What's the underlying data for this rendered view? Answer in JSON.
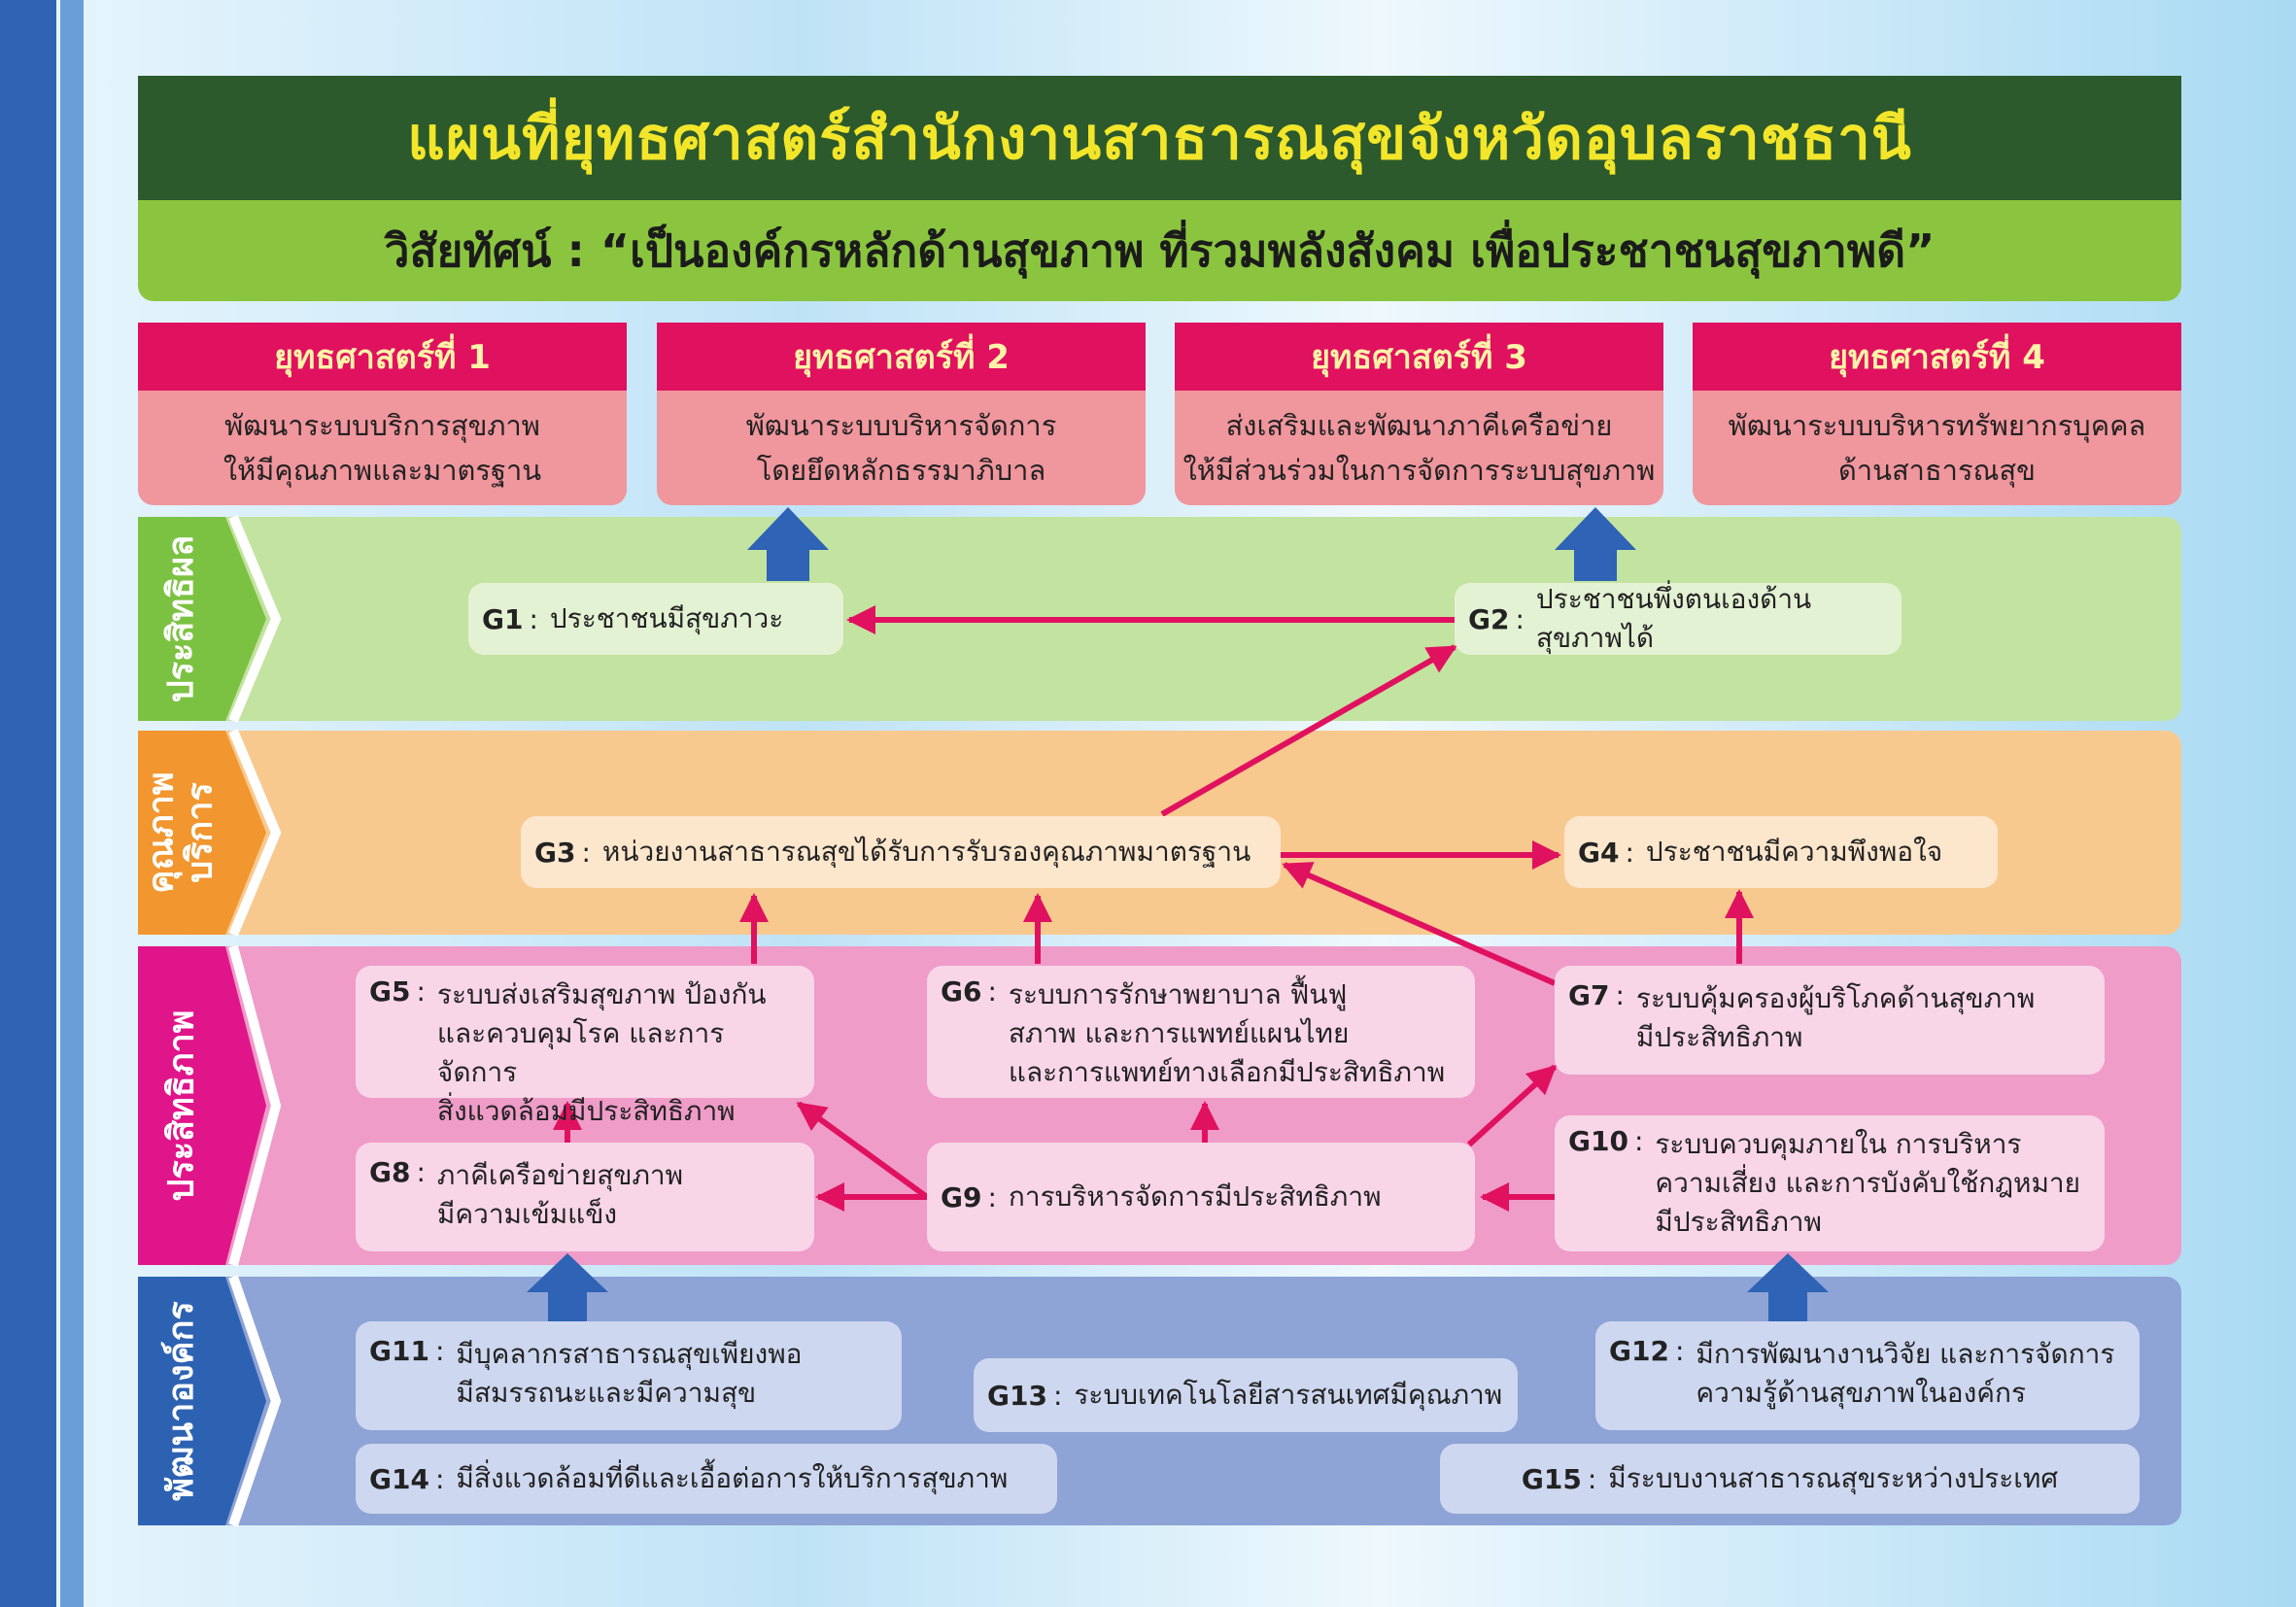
{
  "title": "แผนที่ยุทธศาสตร์สำนักงานสาธารณสุขจังหวัดอุบลราชธานี",
  "vision": "วิสัยทัศน์ : “เป็นองค์กรหลักด้านสุขภาพ ที่รวมพลังสังคม เพื่อประชาชนสุขภาพดี”",
  "strategies": [
    {
      "head": "ยุทธศาสตร์ที่ 1",
      "line1": "พัฒนาระบบบริการสุขภาพ",
      "line2": "ให้มีคุณภาพและมาตรฐาน"
    },
    {
      "head": "ยุทธศาสตร์ที่ 2",
      "line1": "พัฒนาระบบบริหารจัดการ",
      "line2": "โดยยึดหลักธรรมาภิบาล"
    },
    {
      "head": "ยุทธศาสตร์ที่ 3",
      "line1": "ส่งเสริมและพัฒนาภาคีเครือข่าย",
      "line2": "ให้มีส่วนร่วมในการจัดการระบบสุขภาพ"
    },
    {
      "head": "ยุทธศาสตร์ที่ 4",
      "line1": "พัฒนาระบบบริหารทรัพยากรบุคคล",
      "line2": "ด้านสาธารณสุข"
    }
  ],
  "bands": {
    "effectiveness": "ประสิทธิผล",
    "quality_line1": "คุณภาพ",
    "quality_line2": "บริการ",
    "efficiency": "ประสิทธิภาพ",
    "org_dev": "พัฒนาองค์กร"
  },
  "goals": {
    "g1": {
      "id": "G1",
      "sep": ":",
      "text": "ประชาชนมีสุขภาวะ"
    },
    "g2": {
      "id": "G2",
      "sep": ":",
      "text": "ประชาชนพึ่งตนเองด้านสุขภาพได้"
    },
    "g3": {
      "id": "G3",
      "sep": ":",
      "text": "หน่วยงานสาธารณสุขได้รับการรับรองคุณภาพมาตรฐาน"
    },
    "g4": {
      "id": "G4",
      "sep": ":",
      "text": "ประชาชนมีความพึงพอใจ"
    },
    "g5": {
      "id": "G5",
      "sep": ":",
      "l1": "ระบบส่งเสริมสุขภาพ ป้องกัน",
      "l2": "และควบคุมโรค และการจัดการ",
      "l3": "สิ่งแวดล้อมมีประสิทธิภาพ"
    },
    "g6": {
      "id": "G6",
      "sep": ":",
      "l1": "ระบบการรักษาพยาบาล ฟื้นฟู",
      "l2": "สภาพ และการแพทย์แผนไทย",
      "l3": "และการแพทย์ทางเลือกมีประสิทธิภาพ"
    },
    "g7": {
      "id": "G7",
      "sep": ":",
      "l1": "ระบบคุ้มครองผู้บริโภคด้านสุขภาพ",
      "l2": "มีประสิทธิภาพ"
    },
    "g8": {
      "id": "G8",
      "sep": ":",
      "l1": "ภาคีเครือข่ายสุขภาพ",
      "l2": "มีความเข้มแข็ง"
    },
    "g9": {
      "id": "G9",
      "sep": ":",
      "text": "การบริหารจัดการมีประสิทธิภาพ"
    },
    "g10": {
      "id": "G10",
      "sep": ":",
      "l1": "ระบบควบคุมภายใน การบริหาร",
      "l2": "ความเสี่ยง และการบังคับใช้กฎหมาย",
      "l3": "มีประสิทธิภาพ"
    },
    "g11": {
      "id": "G11",
      "sep": ":",
      "l1": "มีบุคลากรสาธารณสุขเพียงพอ",
      "l2": "มีสมรรถนะและมีความสุข"
    },
    "g12": {
      "id": "G12",
      "sep": ":",
      "l1": "มีการพัฒนางานวิจัย และการจัดการ",
      "l2": "ความรู้ด้านสุขภาพในองค์กร"
    },
    "g13": {
      "id": "G13",
      "sep": ":",
      "text": "ระบบเทคโนโลยีสารสนเทศมีคุณภาพ"
    },
    "g14": {
      "id": "G14",
      "sep": ":",
      "text": "มีสิ่งแวดล้อมที่ดีและเอื้อต่อการให้บริการสุขภาพ"
    },
    "g15": {
      "id": "G15",
      "sep": ":",
      "text": "มีระบบงานสาธารณสุขระหว่างประเทศ"
    }
  },
  "colors": {
    "effectiveness": "#c3e3a0",
    "effectiveness_tab": "#7cc242",
    "quality": "#f8c98f",
    "quality_tab": "#f2962f",
    "efficiency": "#ef9cc8",
    "efficiency_tab": "#e0158a",
    "org_dev": "#8ea3d6",
    "org_dev_tab": "#2d62b2",
    "arrow_red": "#e0115f",
    "arrow_blue": "#2e63b5"
  }
}
